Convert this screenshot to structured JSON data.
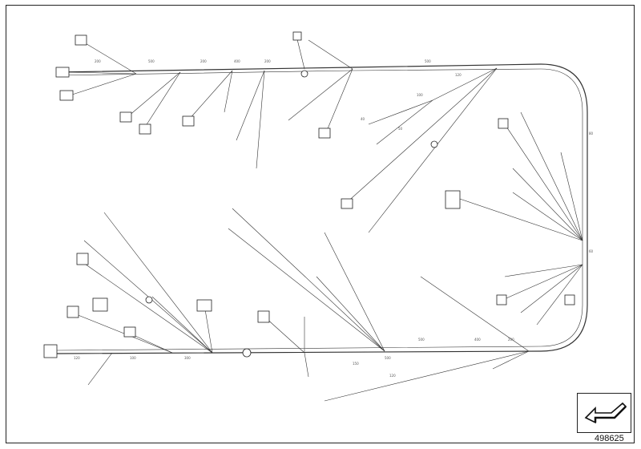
{
  "diagram": {
    "part_number": "498625",
    "dimension_labels": [
      "200",
      "500",
      "200",
      "400",
      "200",
      "500",
      "120",
      "100",
      "40",
      "50",
      "80",
      "120",
      "100",
      "300",
      "500",
      "500",
      "400",
      "200",
      "150",
      "60",
      "120"
    ],
    "nav_icon": "arrow-down-left-icon"
  }
}
